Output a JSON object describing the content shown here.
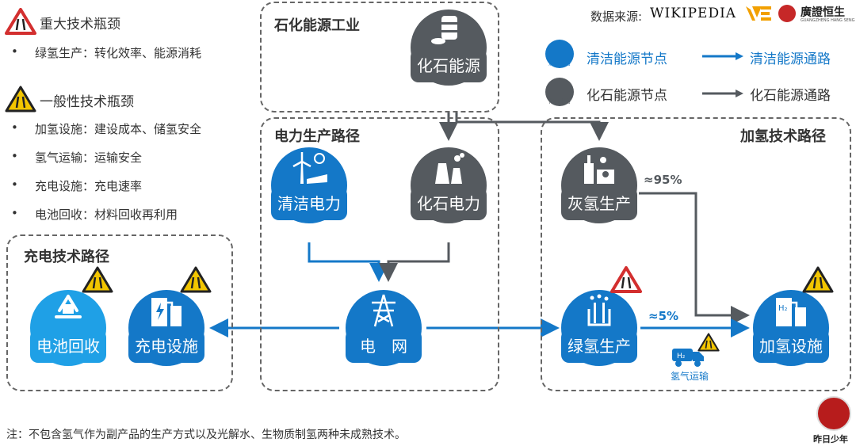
{
  "legend_left": {
    "major_label": "重大技术瓶颈",
    "major_items": [
      "绿氢生产：转化效率、能源消耗"
    ],
    "general_label": "一般性技术瓶颈",
    "general_items": [
      "加氢设施：建设成本、储氢安全",
      "氢气运输：运输安全",
      "充电设施：充电速率",
      "电池回收：材料回收再利用"
    ]
  },
  "source": {
    "label": "数据来源:",
    "wiki": "WIKIPEDIA",
    "logo2": "廣證恒生",
    "logo2_sub": "GUANGZHENG HANG SENG"
  },
  "legend_right": {
    "clean_node_icon_label": "清洁电力",
    "clean_node": "清洁能源节点",
    "clean_path": "清洁能源通路",
    "fossil_node_icon_label": "化石电力",
    "fossil_node": "化石能源节点",
    "fossil_path": "化石能源通路"
  },
  "groups": {
    "fossil_industry": "石化能源工业",
    "power_path": "电力生产路径",
    "hydrogen_path": "加氢技术路径",
    "charging_path": "充电技术路径"
  },
  "nodes": {
    "fossil_energy": "化石能源",
    "clean_power": "清洁电力",
    "fossil_power": "化石电力",
    "grey_h2": "灰氢生产",
    "grid": "电　网",
    "green_h2": "绿氢生产",
    "h2_station": "加氢设施",
    "battery_recycle": "电池回收",
    "charging": "充电设施"
  },
  "edge_labels": {
    "grey_share": "≈95%",
    "green_share": "≈5%",
    "h2_transport": "氢气运输"
  },
  "note": "注：不包含氢气作为副产品的生产方式以及光解水、生物质制氢两种未成熟技术。",
  "watermark": "昨日少年",
  "colors": {
    "clean": "#1478c8",
    "fossil": "#555a5f",
    "battery": "#1fa0e6",
    "warn_red": "#d32f2f",
    "warn_yellow": "#f2c500"
  }
}
